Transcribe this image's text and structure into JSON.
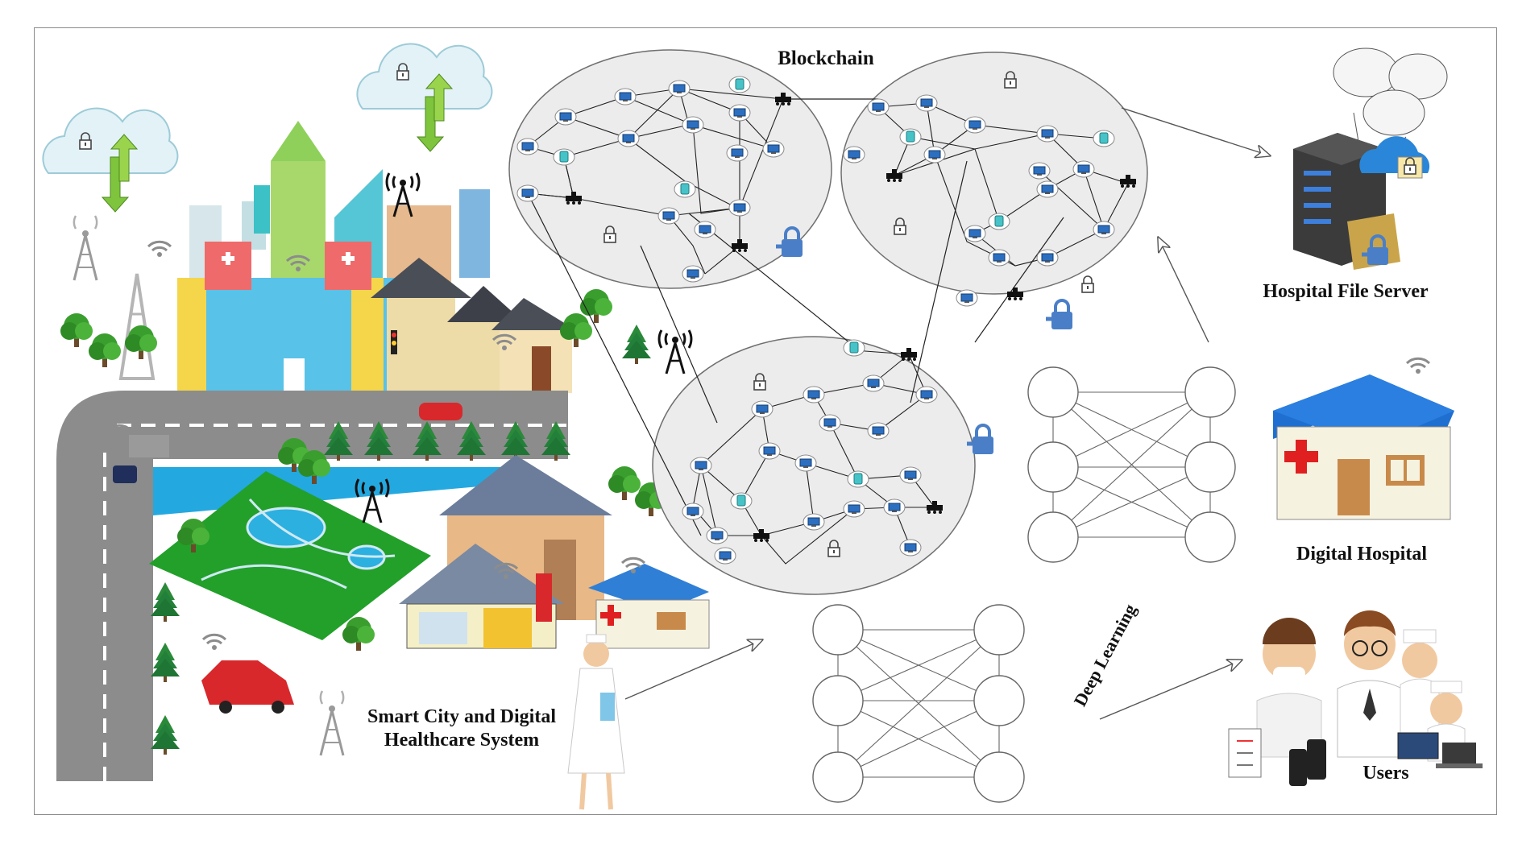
{
  "labels": {
    "blockchain": "Blockchain",
    "hospital_file_server": "Hospital File Server",
    "digital_hospital": "Digital Hospital",
    "deep_learning": "Deep Learning",
    "smart_city_line1": "Smart City and Digital",
    "smart_city_line2": "Healthcare System",
    "users": "Users"
  },
  "colors": {
    "cluster_fill": "#ececec",
    "cluster_stroke": "#6f6f6f",
    "road": "#8c8c8c",
    "grass": "#22a02a",
    "water": "#29a3de",
    "hospital_roof": "#1f6fd0",
    "red_cross": "#e02020",
    "server_body": "#3b3b3b",
    "lock_blue": "#4a7fc8"
  },
  "icons": [
    "cloud-lock-icon",
    "upload-download-arrow-icon",
    "cell-tower-icon",
    "wifi-icon",
    "lock-icon",
    "padlock-icon",
    "computer-node-icon",
    "switch-icon",
    "red-cross-icon",
    "server-icon",
    "folder-icon",
    "smartphone-icon",
    "tablet-icon",
    "laptop-icon",
    "clipboard-icon",
    "traffic-light-icon"
  ]
}
